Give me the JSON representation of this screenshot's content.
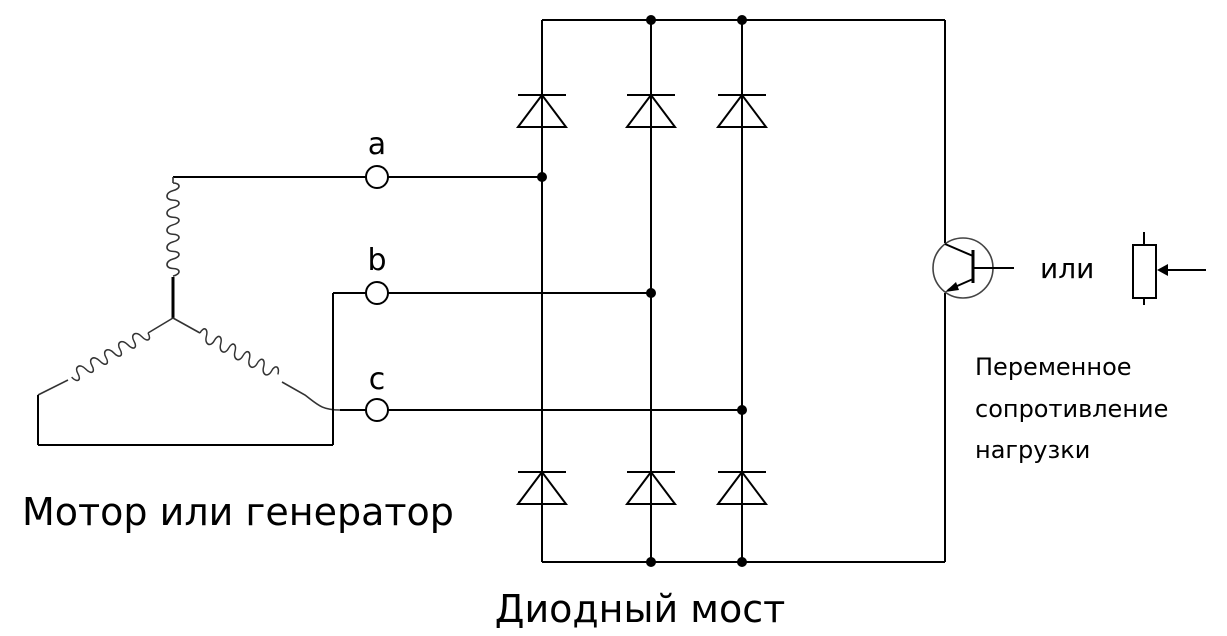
{
  "terminals": {
    "a": "a",
    "b": "b",
    "c": "c"
  },
  "labels": {
    "motor": "Мотор или генератор",
    "bridge": "Диодный мост",
    "or": "или",
    "load_line1": "Переменное",
    "load_line2": "сопротивление",
    "load_line3": "нагрузки"
  },
  "colors": {
    "line": "#000000",
    "background": "#ffffff"
  }
}
